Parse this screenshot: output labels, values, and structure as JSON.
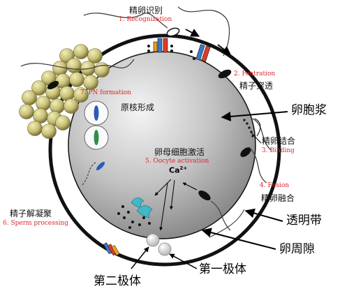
{
  "labels": {
    "recognition_cn": "精卵识别",
    "recognition_en": "1. Recognization",
    "penetration_en": "2. Pentration",
    "penetration_cn": "精子穿透",
    "binding_cn": "精卵结合",
    "binding_en": "3. Binding",
    "fusion_en": "4. Fusion",
    "fusion_cn": "精卵融合",
    "activation_cn": "卵母细胞激活",
    "activation_en": "5. Oocyte activation",
    "ca_symbol": "Ca",
    "ca_charge": "2+",
    "processing_cn": "精子解凝聚",
    "processing_en": "6. Sperm processing",
    "pn_en": "7. PN formation",
    "pn_cn": "原核形成",
    "ooplasm": "卵胞浆",
    "zona": "透明带",
    "pvs": "卵周隙",
    "pb1": "第一极体",
    "pb2": "第二极体"
  },
  "colors": {
    "cytoplasm_light": "#f2f2f2",
    "cytoplasm_dark": "#8e8e8e",
    "membrane": "#111111",
    "cumulus": "#c8c07a",
    "cumulus_dark": "#8a8240",
    "pronucleus_blue": "#2c5cb8",
    "pronucleus_green": "#2f8f4a",
    "granule_teal": "#3fb8c8",
    "receptor_red": "#e03a2a",
    "receptor_blue": "#3a78c8",
    "receptor_orange": "#e8a020",
    "label_red": "#d8262c"
  }
}
